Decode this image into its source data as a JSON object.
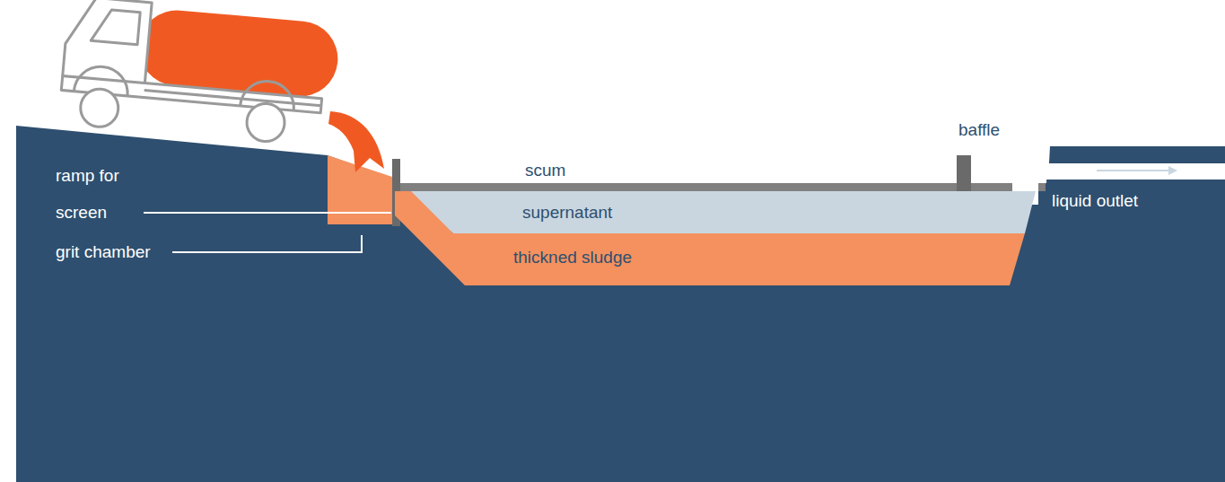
{
  "diagram": {
    "nodes": [
      {
        "text": [
          "supernatant"
        ]
      },
      {
        "text": [
          "thickned sludge"
        ]
      }
    ],
    "labels": [
      "ramp for",
      "screen",
      "grit chamber",
      "scum",
      "baffle",
      "liquid outlet"
    ]
  }
}
